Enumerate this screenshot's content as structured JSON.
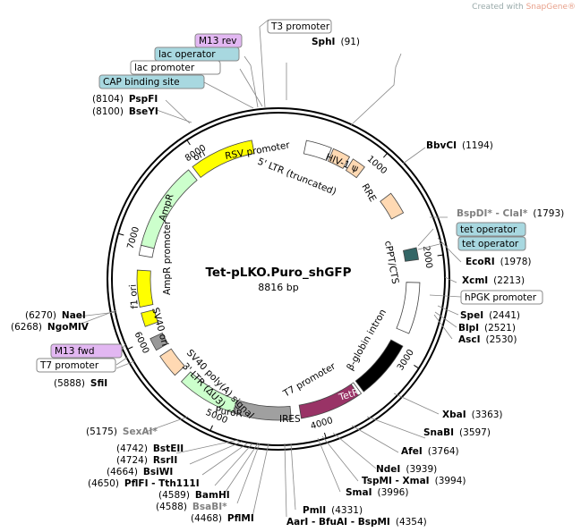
{
  "watermark": {
    "prefix": "Created with ",
    "brand": "SnapGene®"
  },
  "plasmid": {
    "name": "Tet-pLKO.Puro_shGFP",
    "length_label": "8816 bp",
    "total_bp": 8816
  },
  "ticks": [
    {
      "bp": 1000,
      "label": "1000"
    },
    {
      "bp": 2000,
      "label": "2000"
    },
    {
      "bp": 3000,
      "label": "3000"
    },
    {
      "bp": 4000,
      "label": "4000"
    },
    {
      "bp": 5000,
      "label": "5000"
    },
    {
      "bp": 6000,
      "label": "6000"
    },
    {
      "bp": 7000,
      "label": "7000"
    },
    {
      "bp": 8000,
      "label": "8000"
    }
  ],
  "features": [
    {
      "name": "ori",
      "start": 7900,
      "end": 8550,
      "color": "#ffff00",
      "text_color": "#000000",
      "label_inside": true
    },
    {
      "name": "AmpR",
      "start": 6950,
      "end": 7850,
      "color": "#ccffcc",
      "text_color": "#000000",
      "label_inside": true
    },
    {
      "name": "AmpR promoter",
      "start": 6850,
      "end": 6950,
      "color": "#ffffff",
      "text_color": "#000000",
      "label_inside": false
    },
    {
      "name": "f1 ori",
      "start": 6330,
      "end": 6700,
      "color": "#ffff00",
      "text_color": "#000000",
      "label_inside": true
    },
    {
      "name": "SV40 ori",
      "start": 6130,
      "end": 6270,
      "color": "#ffff00",
      "text_color": "#000000",
      "label_inside": false
    },
    {
      "name": "3' LTR (ΔU3)",
      "start": 5560,
      "end": 5800,
      "color": "#ffd9b3",
      "text_color": "#000000",
      "label_inside": false
    },
    {
      "name": "SV40 poly(A) signal",
      "start": 5870,
      "end": 6000,
      "color": "#999999",
      "text_color": "#000000",
      "label_inside": false
    },
    {
      "name": "PuroR",
      "start": 4870,
      "end": 5470,
      "color": "#ccffcc",
      "text_color": "#000000",
      "label_inside": true
    },
    {
      "name": "IRES",
      "start": 4280,
      "end": 4860,
      "color": "#a0a0a0",
      "text_color": "#000000",
      "label_inside": true
    },
    {
      "name": "TetR",
      "start": 3560,
      "end": 4180,
      "color": "#993366",
      "text_color": "#ffffff",
      "label_inside": true
    },
    {
      "name": "T7 promoter",
      "start": 3530,
      "end": 3560,
      "color": "#ffffff",
      "text_color": "#000000",
      "label_inside": false
    },
    {
      "name": "β-globin intron",
      "start": 2900,
      "end": 3500,
      "color": "#000000",
      "text_color": "#000000",
      "label_inside": false
    },
    {
      "name": "hPGK promoter",
      "start": 2240,
      "end": 2760,
      "color": "#ffffff",
      "text_color": "#000000",
      "label_inside": false
    },
    {
      "name": "cPPT/CTS",
      "start": 1890,
      "end": 2010,
      "color": "#336666",
      "text_color": "#000000",
      "label_inside": false
    },
    {
      "name": "RRE",
      "start": 1290,
      "end": 1520,
      "color": "#ffd9b3",
      "text_color": "#000000",
      "label_inside": false
    },
    {
      "name": "HIV-1 Ψ",
      "start": 780,
      "end": 920,
      "color": "#ffd9b3",
      "text_color": "#000000",
      "label_inside": false
    },
    {
      "name": "5' LTR (truncated)",
      "start": 560,
      "end": 740,
      "color": "#ffd9b3",
      "text_color": "#000000",
      "label_inside": false
    },
    {
      "name": "RSV promoter",
      "start": 280,
      "end": 540,
      "color": "#ffffff",
      "text_color": "#000000",
      "label_inside": false
    }
  ],
  "feature_labels": {
    "ori": "ori",
    "amp_r": "AmpR",
    "amp_r_promoter": "AmpR promoter",
    "f1_ori": "f1 ori",
    "sv40_ori": "SV40 ori",
    "ltr3": "3' LTR (ΔU3)",
    "sv40_polya": "SV40 poly(A) signal",
    "puro_r": "PuroR",
    "ires": "IRES",
    "tet_r": "TetR",
    "t7_promoter_inner": "T7 promoter",
    "beta_globin": "β-globin intron",
    "cppt": "cPPT/CTS",
    "rre": "RRE",
    "hiv_psi": "HIV-1 ψ",
    "ltr5": "5' LTR (truncated)",
    "rsv_promoter": "RSV promoter"
  },
  "boxed_labels": {
    "t3_promoter": "T3 promoter",
    "m13_rev": "M13 rev",
    "lac_operator": "lac operator",
    "lac_promoter": "lac promoter",
    "cap_binding_site": "CAP binding site",
    "tet_operator_1": "tet operator",
    "tet_operator_2": "tet operator",
    "hpgk_promoter": "hPGK promoter",
    "m13_fwd": "M13 fwd",
    "t7_promoter_outer": "T7 promoter"
  },
  "box_colors": {
    "white": "#ffffff",
    "purple": "#e2b7f2",
    "cyan": "#a8d8e0"
  },
  "sites": {
    "sphi": {
      "name": "SphI",
      "pos": "(91)"
    },
    "bbvci": {
      "name": "BbvCI",
      "pos": "(1194)"
    },
    "bspdi": {
      "name": "BspDI* - ClaI*",
      "pos": "(1793)"
    },
    "ecori": {
      "name": "EcoRI",
      "pos": "(1978)"
    },
    "xcmi": {
      "name": "XcmI",
      "pos": "(2213)"
    },
    "spei": {
      "name": "SpeI",
      "pos": "(2441)"
    },
    "blpi": {
      "name": "BlpI",
      "pos": "(2521)"
    },
    "asci": {
      "name": "AscI",
      "pos": "(2530)"
    },
    "xbai": {
      "name": "XbaI",
      "pos": "(3363)"
    },
    "snabi": {
      "name": "SnaBI",
      "pos": "(3597)"
    },
    "afei": {
      "name": "AfeI",
      "pos": "(3764)"
    },
    "ndei": {
      "name": "NdeI",
      "pos": "(3939)"
    },
    "tspmi": {
      "name": "TspMI - XmaI",
      "pos": "(3994)"
    },
    "smai": {
      "name": "SmaI",
      "pos": "(3996)"
    },
    "pmli": {
      "name": "PmlI",
      "pos": "(4331)"
    },
    "aari": {
      "name": "AarI - BfuAI - BspMI",
      "pos": "(4354)"
    },
    "pflmi": {
      "name": "PflMI",
      "pos": "(4468)"
    },
    "bsabi": {
      "name": "BsaBI*",
      "pos": "(4588)"
    },
    "bamhi": {
      "name": "BamHI",
      "pos": "(4589)"
    },
    "pflfi": {
      "name": "PflFI - Tth111I",
      "pos": "(4650)"
    },
    "bsiwi": {
      "name": "BsiWI",
      "pos": "(4664)"
    },
    "rsrii": {
      "name": "RsrII",
      "pos": "(4724)"
    },
    "bsteii": {
      "name": "BstEII",
      "pos": "(4742)"
    },
    "sexai": {
      "name": "SexAI*",
      "pos": "(5175)"
    },
    "sfii": {
      "name": "SfiI",
      "pos": "(5888)"
    },
    "ngomiv": {
      "name": "NgoMIV",
      "pos": "(6268)"
    },
    "naei": {
      "name": "NaeI",
      "pos": "(6270)"
    },
    "bseyi": {
      "name": "BseYI",
      "pos": "(8100)"
    },
    "pspfi": {
      "name": "PspFI",
      "pos": "(8104)"
    }
  }
}
